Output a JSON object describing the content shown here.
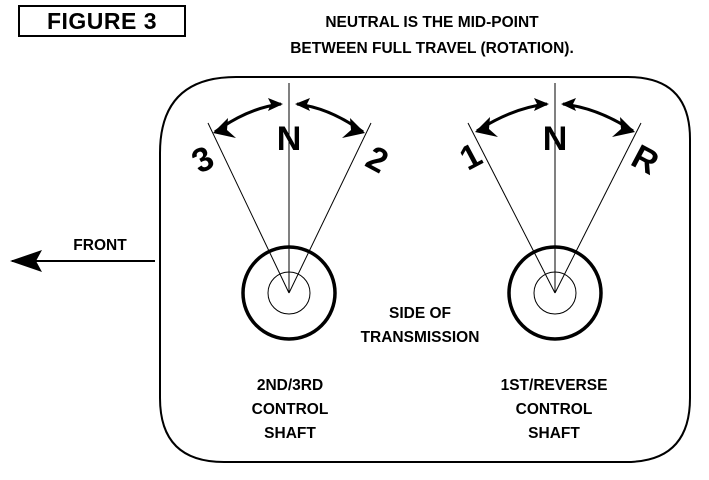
{
  "figure_label": "FIGURE 3",
  "note": {
    "line1": "NEUTRAL IS THE MID-POINT",
    "line2": "BETWEEN FULL TRAVEL (ROTATION)."
  },
  "front_label": "FRONT",
  "side_label": {
    "line1": "SIDE OF",
    "line2": "TRANSMISSION"
  },
  "left_shaft": {
    "positions": {
      "left": "3",
      "center": "N",
      "right": "2"
    },
    "caption": [
      "2ND/3RD",
      "CONTROL",
      "SHAFT"
    ]
  },
  "right_shaft": {
    "positions": {
      "left": "1",
      "center": "N",
      "right": "R"
    },
    "caption": [
      "1ST/REVERSE",
      "CONTROL",
      "SHAFT"
    ]
  }
}
